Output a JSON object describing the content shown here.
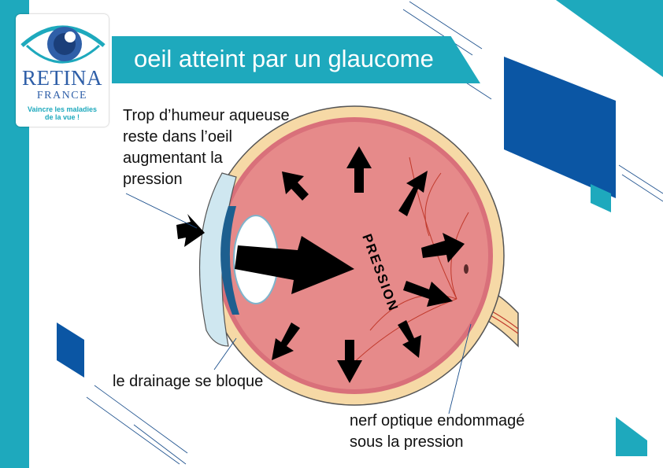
{
  "title": "oeil atteint par un glaucome",
  "logo": {
    "name": "RETINA",
    "country": "FRANCE",
    "tagline_lines": [
      "Vaincre les maladies",
      "de la vue !"
    ]
  },
  "labels": {
    "humour_lines": [
      "Trop d’humeur aqueuse",
      "reste dans l’oeil",
      "augmentant la",
      "pression"
    ],
    "drainage": "le drainage se bloque",
    "nerve_lines": [
      "nerf optique endommagé",
      "sous la pression"
    ]
  },
  "pressure_word": "PRESSION",
  "colors": {
    "teal": "#1ea9bd",
    "navy": "#0b56a4",
    "logo_blue": "#2f5fa8",
    "eye_interior": "#e68a8a",
    "sclera": "#f6d9a6",
    "arrow": "#000000"
  }
}
